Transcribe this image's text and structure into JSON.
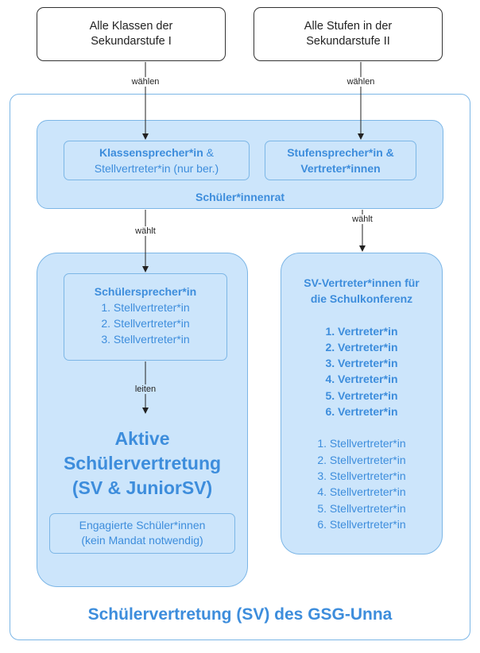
{
  "top": {
    "sek1": [
      "Alle Klassen der",
      "Sekundarstufe I"
    ],
    "sek2": [
      "Alle Stufen in der",
      "Sekundarstufe II"
    ]
  },
  "edges": {
    "waehlen_left": "wählen",
    "waehlen_right": "wählen",
    "waehlt_left": "wählt",
    "waehlt_right": "wählt",
    "leiten": "leiten"
  },
  "council": {
    "title": "Schüler*innenrat",
    "left": {
      "bold": "Klassensprecher*in",
      "rest": " &",
      "line2": "Stellvertreter*in (nur ber.)"
    },
    "right": [
      "Stufensprecher*in &",
      "Vertreter*innen"
    ]
  },
  "asv": {
    "speaker": {
      "title": "Schülersprecher*in",
      "deputies": [
        "1. Stellvertreter*in",
        "2. Stellvertreter*in",
        "3. Stellvertreter*in"
      ]
    },
    "title": [
      "Aktive",
      "Schülervertretung",
      "(SV & JuniorSV)"
    ],
    "engaged": [
      "Engagierte Schüler*innen",
      "(kein Mandat notwendig)"
    ]
  },
  "sk": {
    "title": [
      "SV-Vertreter*innen für",
      "die Schulkonferenz"
    ],
    "reps": [
      "1. Vertreter*in",
      "2. Vertreter*in",
      "3. Vertreter*in",
      "4. Vertreter*in",
      "5. Vertreter*in",
      "6. Vertreter*in"
    ],
    "deputies": [
      "1. Stellvertreter*in",
      "2. Stellvertreter*in",
      "3. Stellvertreter*in",
      "4. Stellvertreter*in",
      "5. Stellvertreter*in",
      "6. Stellvertreter*in"
    ]
  },
  "footer": "Schülervertretung (SV) des GSG-Unna",
  "colors": {
    "accent": "#3d8ddc",
    "panel": "#cce5fb",
    "border": "#7cb6e6"
  }
}
